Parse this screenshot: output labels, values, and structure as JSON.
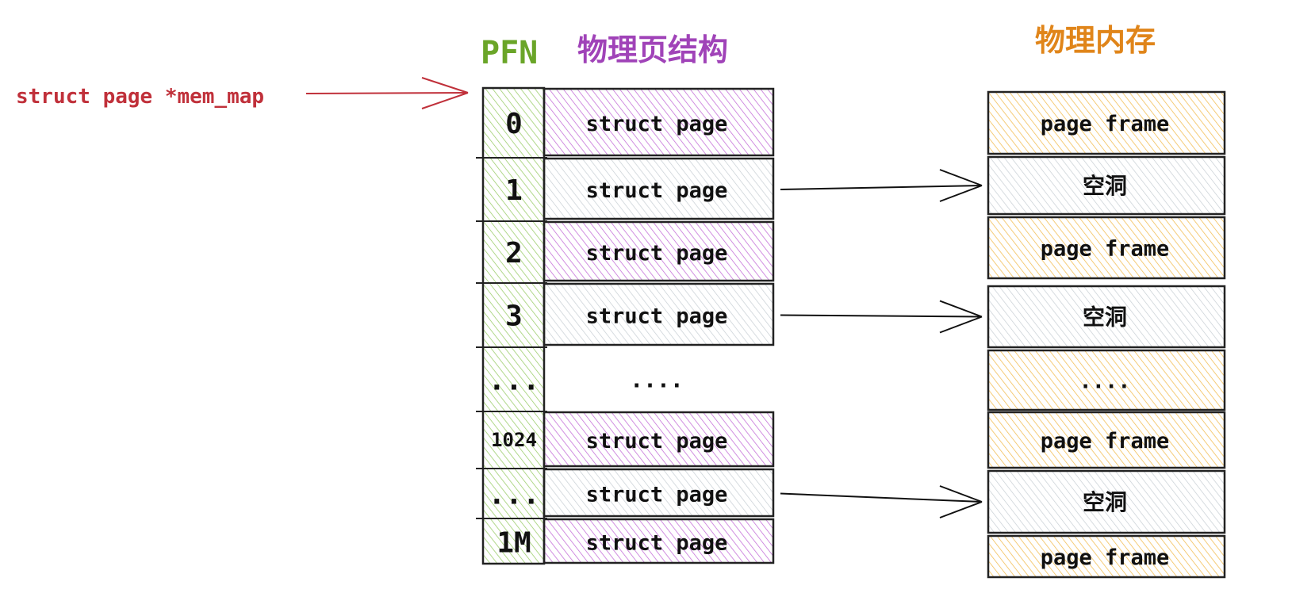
{
  "pointer": {
    "label": "struct page *mem_map"
  },
  "headers": {
    "pfn": "PFN",
    "page_struct": "物理页结构",
    "phys_mem": "物理内存"
  },
  "colors": {
    "red": "#c0303a",
    "green": "#6aa528",
    "purple": "#a043b8",
    "orange": "#e0851a",
    "green_fill": "#86c24a",
    "purple_fill": "#b74fcf",
    "gray_fill": "#b8c0c8",
    "orange_fill": "#f0b43a"
  },
  "pfn_cells": [
    "0",
    "1",
    "2",
    "3",
    "...",
    "1024",
    "...",
    "1M"
  ],
  "page_structs": [
    {
      "label": "struct page",
      "kind": "present"
    },
    {
      "label": "struct page",
      "kind": "hole"
    },
    {
      "label": "struct page",
      "kind": "present"
    },
    {
      "label": "struct page",
      "kind": "hole"
    },
    {
      "label": "....",
      "kind": "gap"
    },
    {
      "label": "struct page",
      "kind": "present"
    },
    {
      "label": "struct page",
      "kind": "hole"
    },
    {
      "label": "struct page",
      "kind": "present"
    }
  ],
  "phys_frames": [
    {
      "label": "page frame",
      "kind": "frame"
    },
    {
      "label": "空洞",
      "kind": "hole"
    },
    {
      "label": "page frame",
      "kind": "frame"
    },
    {
      "label": "空洞",
      "kind": "hole"
    },
    {
      "label": "....",
      "kind": "frame"
    },
    {
      "label": "page frame",
      "kind": "frame"
    },
    {
      "label": "空洞",
      "kind": "hole"
    },
    {
      "label": "page frame",
      "kind": "frame"
    }
  ]
}
